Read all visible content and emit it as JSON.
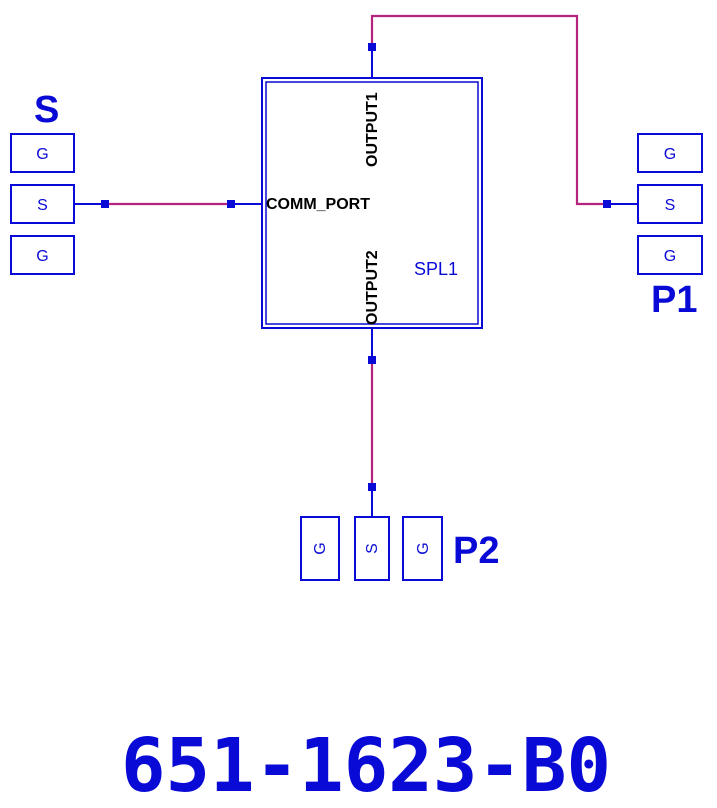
{
  "colors": {
    "primary": "#0a0ad6",
    "wire": "#b4237e",
    "pin_text": "#000000",
    "background": "#ffffff"
  },
  "block": {
    "instance_name": "SPL1",
    "pins": {
      "output1": "OUTPUT1",
      "comm_port": "COMM_PORT",
      "output2": "OUTPUT2"
    }
  },
  "ports": {
    "s": {
      "label": "S",
      "pads": [
        "G",
        "S",
        "G"
      ]
    },
    "p1": {
      "label": "P1",
      "pads": [
        "G",
        "S",
        "G"
      ]
    },
    "p2": {
      "label": "P2",
      "pads": [
        "G",
        "S",
        "G"
      ]
    }
  },
  "part_number": "651-1623-B0"
}
